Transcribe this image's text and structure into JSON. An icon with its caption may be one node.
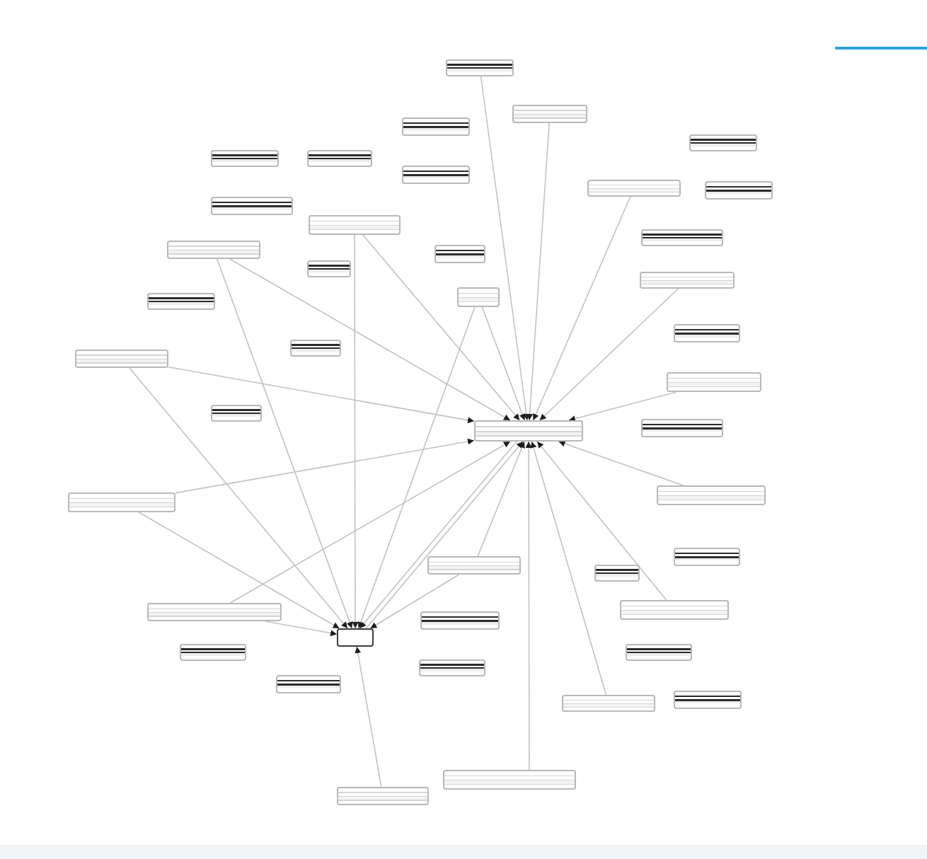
{
  "diagram": {
    "nodes": [
      {
        "text": [],
        "shape": "box"
      },
      {
        "text": [],
        "shape": "box"
      },
      {
        "text": [],
        "shape": "box"
      },
      {
        "text": [],
        "shape": "box"
      },
      {
        "text": [],
        "shape": "box"
      },
      {
        "text": [],
        "shape": "box"
      },
      {
        "text": [],
        "shape": "box"
      },
      {
        "text": [],
        "shape": "box"
      },
      {
        "text": [],
        "shape": "box"
      },
      {
        "text": [],
        "shape": "box"
      },
      {
        "text": [],
        "shape": "box"
      },
      {
        "text": [],
        "shape": "box"
      },
      {
        "text": [],
        "shape": "box"
      },
      {
        "text": [],
        "shape": "box"
      },
      {
        "text": [],
        "shape": "box"
      },
      {
        "text": [],
        "shape": "box"
      },
      {
        "text": [],
        "shape": "box"
      },
      {
        "text": [],
        "shape": "box"
      },
      {
        "text": [],
        "shape": "box"
      },
      {
        "text": [],
        "shape": "box"
      },
      {
        "text": [],
        "shape": "box"
      },
      {
        "text": [],
        "shape": "box"
      },
      {
        "text": [],
        "shape": "box"
      },
      {
        "text": [],
        "shape": "box"
      },
      {
        "text": [],
        "shape": "box"
      },
      {
        "text": [],
        "shape": "box"
      },
      {
        "text": [],
        "shape": "box"
      },
      {
        "text": [],
        "shape": "box"
      },
      {
        "text": [],
        "shape": "box"
      },
      {
        "text": [],
        "shape": "box"
      },
      {
        "text": [],
        "shape": "box"
      },
      {
        "text": [],
        "shape": "box"
      },
      {
        "text": [],
        "shape": "box"
      },
      {
        "text": [],
        "shape": "box"
      },
      {
        "text": [],
        "shape": "box"
      },
      {
        "text": [],
        "shape": "box"
      },
      {
        "text": [],
        "shape": "box"
      },
      {
        "text": [],
        "shape": "box"
      },
      {
        "text": [],
        "shape": "box"
      },
      {
        "text": [],
        "shape": "box"
      },
      {
        "text": [],
        "shape": "box"
      },
      {
        "text": [],
        "shape": "box"
      }
    ],
    "edges": [
      {
        "from": 0,
        "to": 24,
        "arrow": "to"
      },
      {
        "from": 1,
        "to": 24,
        "arrow": "to"
      },
      {
        "from": 7,
        "to": 24,
        "arrow": "to"
      },
      {
        "from": 15,
        "to": 24,
        "arrow": "to"
      },
      {
        "from": 21,
        "to": 24,
        "arrow": "to"
      },
      {
        "from": 25,
        "to": 24,
        "arrow": "to"
      },
      {
        "from": 30,
        "to": 24,
        "arrow": "to"
      },
      {
        "from": 39,
        "to": 24,
        "arrow": "to"
      },
      {
        "from": 40,
        "to": 24,
        "arrow": "to"
      },
      {
        "from": 28,
        "to": 24,
        "arrow": "to"
      },
      {
        "from": 16,
        "to": 24,
        "arrow": "to"
      },
      {
        "from": 10,
        "to": 24,
        "arrow": "to"
      },
      {
        "from": 12,
        "to": 24,
        "arrow": "to"
      },
      {
        "from": 20,
        "to": 24,
        "arrow": "to"
      },
      {
        "from": 26,
        "to": 24,
        "arrow": "to"
      },
      {
        "from": 31,
        "to": 24,
        "arrow": "to"
      },
      {
        "from": 33,
        "to": 24,
        "arrow": "to"
      },
      {
        "from": 24,
        "to": 33,
        "arrow": "to"
      },
      {
        "from": 10,
        "to": 33,
        "arrow": "to"
      },
      {
        "from": 12,
        "to": 33,
        "arrow": "to"
      },
      {
        "from": 20,
        "to": 33,
        "arrow": "to"
      },
      {
        "from": 26,
        "to": 33,
        "arrow": "to"
      },
      {
        "from": 31,
        "to": 33,
        "arrow": "to"
      },
      {
        "from": 28,
        "to": 33,
        "arrow": "to"
      },
      {
        "from": 16,
        "to": 33,
        "arrow": "to"
      },
      {
        "from": 41,
        "to": 33,
        "arrow": "to"
      }
    ]
  }
}
